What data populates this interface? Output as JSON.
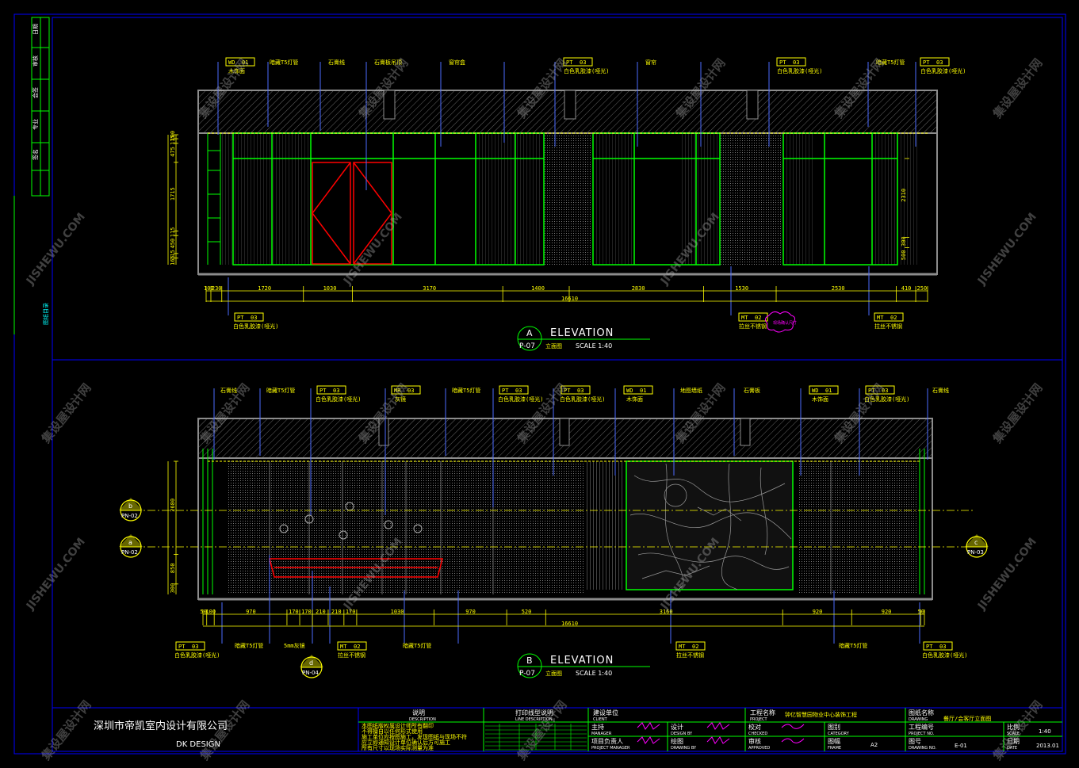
{
  "company": {
    "name_cn": "深圳市帝凯室内设计有限公司",
    "name_en": "DK  DESIGN"
  },
  "sheet": {
    "description_label": "说明",
    "description_label_en": "DESCRIPTION",
    "print_label": "打印线型说明",
    "print_label_en": "LINE DESCRIPTION",
    "client_label": "建设单位",
    "client_label_en": "CLIENT",
    "project_label": "工程名称",
    "project_label_en": "PROJECT",
    "project_name": "钟亿智慧园物业中心装饰工程",
    "drawing_title_label": "图纸名称",
    "drawing_title_label_en": "DRAWING",
    "drawing_title": "餐厅/会客厅立面图",
    "scale_label": "比例",
    "scale_label_en": "SCALE",
    "scale_value": "1:40",
    "job_label": "工程编号",
    "job_label_en": "PROJECT NO.",
    "drawing_no_label": "图号",
    "drawing_no_label_en": "DRAWING NO.",
    "drawing_no": "E-01",
    "date_label": "日期",
    "date_label_en": "DATE",
    "date_value": "2013.01",
    "frame_label": "图幅",
    "frame_label_en": "FRAME",
    "frame_value": "A2",
    "category_label": "图别",
    "category_label_en": "CATEGORY",
    "roles": [
      {
        "cn": "主持",
        "en": "MANAGER"
      },
      {
        "cn": "设计",
        "en": "DESIGN BY"
      },
      {
        "cn": "校对",
        "en": "CHECKED"
      },
      {
        "cn": "项目负责人",
        "en": "PROJECT MANAGER"
      },
      {
        "cn": "绘图",
        "en": "DRAWING BY"
      },
      {
        "cn": "审核",
        "en": "APPROVED"
      }
    ],
    "notes": [
      "本图纸版权属设计师所有翻印",
      "不得擅自以任何形式使用",
      "施工单位应按图施工，发现图纸与现场不符",
      "应立即通知设计单位确认后方可施工",
      "所有尺寸以现场实际测量为准"
    ]
  },
  "side_strip": {
    "items": [
      "日期",
      "审核",
      "会签",
      "专业",
      "签名"
    ],
    "bottom": "图纸目录"
  },
  "elevation_a": {
    "letter": "A",
    "ref": "P-07",
    "word": "ELEVATION",
    "name_cn": "立面图",
    "scale": "SCALE  1:40",
    "tags_top": [
      {
        "code": "WD",
        "no": "01",
        "desc": "木饰面"
      },
      {
        "code": "PT",
        "no": "03",
        "desc": "白色乳胶漆(哑光)"
      },
      {
        "code": "PT",
        "no": "03",
        "desc": "白色乳胶漆(哑光)"
      },
      {
        "code": "PT",
        "no": "03",
        "desc": "白色乳胶漆(哑光)"
      }
    ],
    "tags_bottom": [
      {
        "code": "PT",
        "no": "03",
        "desc": "白色乳胶漆(哑光)"
      },
      {
        "code": "MT",
        "no": "02",
        "desc": "拉丝不锈钢"
      },
      {
        "code": "MT",
        "no": "02",
        "desc": "拉丝不锈钢"
      }
    ],
    "callouts": [
      "暗藏T5灯管",
      "石膏线",
      "石膏板吊顶",
      "窗帘盒",
      "暗藏T5灯管",
      "窗帘"
    ],
    "dims": [
      "100",
      "230",
      "1720",
      "1030",
      "3170",
      "1400",
      "2830",
      "1530",
      "2530",
      "410",
      "250"
    ],
    "total": "16610",
    "heights": [
      "100",
      "115",
      "475",
      "1715",
      "115",
      "450",
      "115",
      "165"
    ],
    "heights_right": [
      "2310",
      "300",
      "500"
    ],
    "cloud_note": "现场确认尺寸"
  },
  "elevation_b": {
    "letter": "B",
    "ref": "P-07",
    "word": "ELEVATION",
    "name_cn": "立面图",
    "scale": "SCALE  1:40",
    "tags_top": [
      {
        "code": "PT",
        "no": "03",
        "desc": "白色乳胶漆(哑光)"
      },
      {
        "code": "MR",
        "no": "03",
        "desc": "灰镜"
      },
      {
        "code": "PT",
        "no": "03",
        "desc": "白色乳胶漆(哑光)"
      },
      {
        "code": "PT",
        "no": "03",
        "desc": "白色乳胶漆(哑光)"
      },
      {
        "code": "WD",
        "no": "01",
        "desc": "木饰面"
      },
      {
        "code": "WD",
        "no": "01",
        "desc": "木饰面"
      },
      {
        "code": "PT",
        "no": "03",
        "desc": "白色乳胶漆(哑光)"
      }
    ],
    "tags_bottom": [
      {
        "code": "PT",
        "no": "03",
        "desc": "白色乳胶漆(哑光)"
      },
      {
        "code": "MT",
        "no": "02",
        "desc": "拉丝不锈钢"
      },
      {
        "code": "MT",
        "no": "02",
        "desc": "拉丝不锈钢"
      },
      {
        "code": "PT",
        "no": "03",
        "desc": "白色乳胶漆(哑光)"
      }
    ],
    "callouts": [
      "石膏线",
      "暗藏T5灯管",
      "暗藏T5灯管",
      "地图墙纸",
      "石膏板",
      "石膏线"
    ],
    "bottom_callouts": [
      "暗藏T5灯管",
      "5mm灰镜",
      "暗藏T5灯管",
      "暗藏T5灯管"
    ],
    "dims": [
      "50",
      "100",
      "970",
      "170",
      "170",
      "210",
      "210",
      "170",
      "1030",
      "970",
      "520",
      "3160",
      "920",
      "920",
      "50"
    ],
    "total": "16610",
    "heights": [
      "2680",
      "850",
      "300"
    ],
    "sections": [
      {
        "letter": "b",
        "ref": "PN-02"
      },
      {
        "letter": "a",
        "ref": "PN-02"
      },
      {
        "letter": "c",
        "ref": "PN-03"
      },
      {
        "letter": "d",
        "ref": "PN-04"
      }
    ]
  },
  "watermark": {
    "cn": "集设屋设计网",
    "en": "JISHEWU.COM"
  },
  "colors": {
    "frame": "#0000ff",
    "wall": "#8c8c8c",
    "glazing": "#00ff00",
    "door": "#ff0000",
    "dimension": "#ffff00",
    "leader": "#4d6bff",
    "text": "#ffffff",
    "cyan": "#00ffff",
    "cloud": "#ff00ff"
  }
}
